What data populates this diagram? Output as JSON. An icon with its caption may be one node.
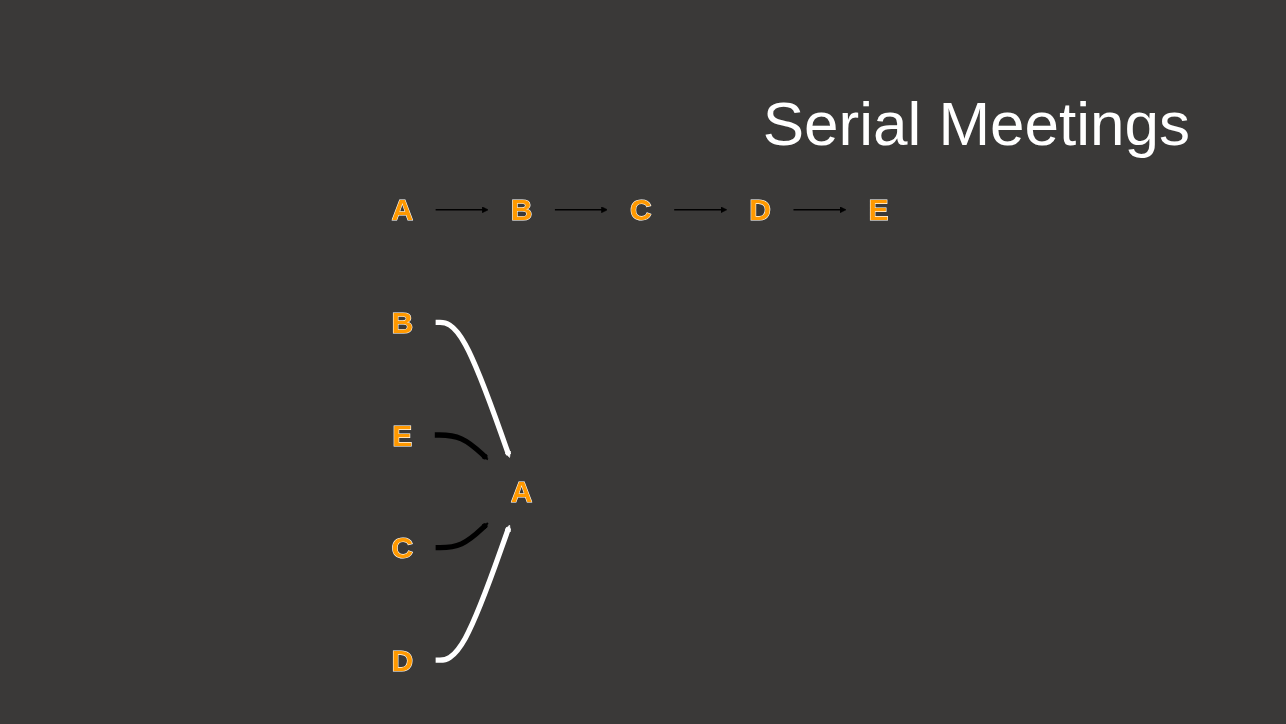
{
  "diagram": {
    "title": "Serial Meetings",
    "nodes": [
      {
        "text": [
          "A"
        ]
      },
      {
        "text": [
          "B"
        ]
      },
      {
        "text": [
          "C"
        ]
      },
      {
        "text": [
          "D"
        ]
      },
      {
        "text": [
          "E"
        ]
      },
      {
        "text": [
          "B"
        ]
      },
      {
        "text": [
          "E"
        ]
      },
      {
        "text": [
          "A"
        ]
      },
      {
        "text": [
          "C"
        ]
      },
      {
        "text": [
          "D"
        ]
      }
    ],
    "edges": [
      {
        "from": 0,
        "to": 1,
        "arrow": "to"
      },
      {
        "from": 1,
        "to": 2,
        "arrow": "to"
      },
      {
        "from": 2,
        "to": 3,
        "arrow": "to"
      },
      {
        "from": 3,
        "to": 4,
        "arrow": "to"
      },
      {
        "from": 5,
        "to": 7,
        "arrow": "to",
        "style": "thick",
        "color": "#ffffff"
      },
      {
        "from": 6,
        "to": 7,
        "arrow": "to",
        "style": "thick"
      },
      {
        "from": 8,
        "to": 7,
        "arrow": "to",
        "style": "thick"
      },
      {
        "from": 9,
        "to": 7,
        "arrow": "to",
        "style": "thick",
        "color": "#ffffff"
      }
    ]
  }
}
